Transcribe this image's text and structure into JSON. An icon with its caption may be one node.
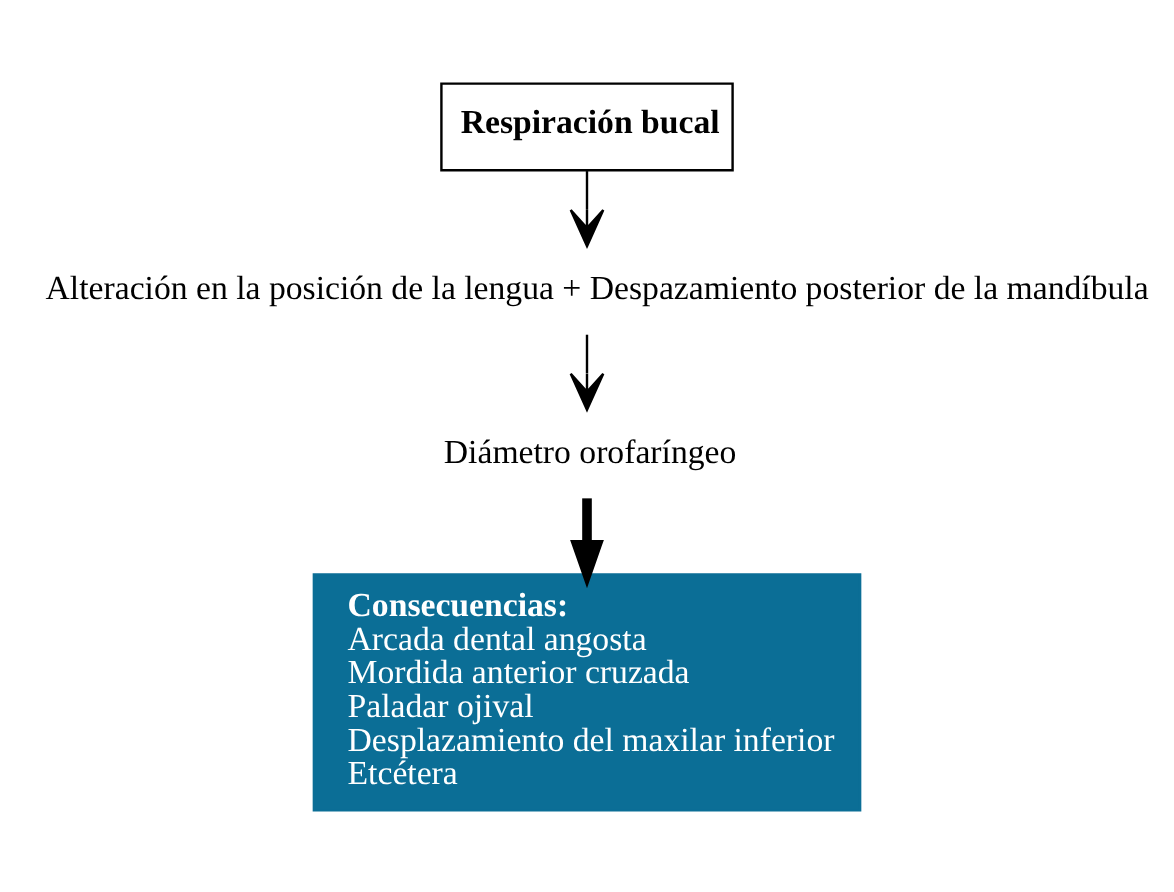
{
  "diagram": {
    "nodes": [
      {
        "text": [
          "Respiración bucal"
        ]
      },
      {
        "text": [
          "Alteración en la posición de la lengua + Despazamiento posterior de la mandíbula"
        ]
      },
      {
        "text": [
          "Diámetro orofaríngeo"
        ]
      },
      {
        "text": [
          "Consecuencias:",
          "Arcada dental angosta",
          "Mordida anterior cruzada",
          "Paladar ojival",
          "Desplazamiento del maxilar inferior",
          "Etcétera"
        ]
      }
    ],
    "edges": [
      {
        "from": 0,
        "to": 1,
        "arrow": "to"
      },
      {
        "from": 1,
        "to": 2,
        "arrow": "to"
      },
      {
        "from": 2,
        "to": 3,
        "arrow": "to",
        "style": "thick"
      }
    ]
  }
}
